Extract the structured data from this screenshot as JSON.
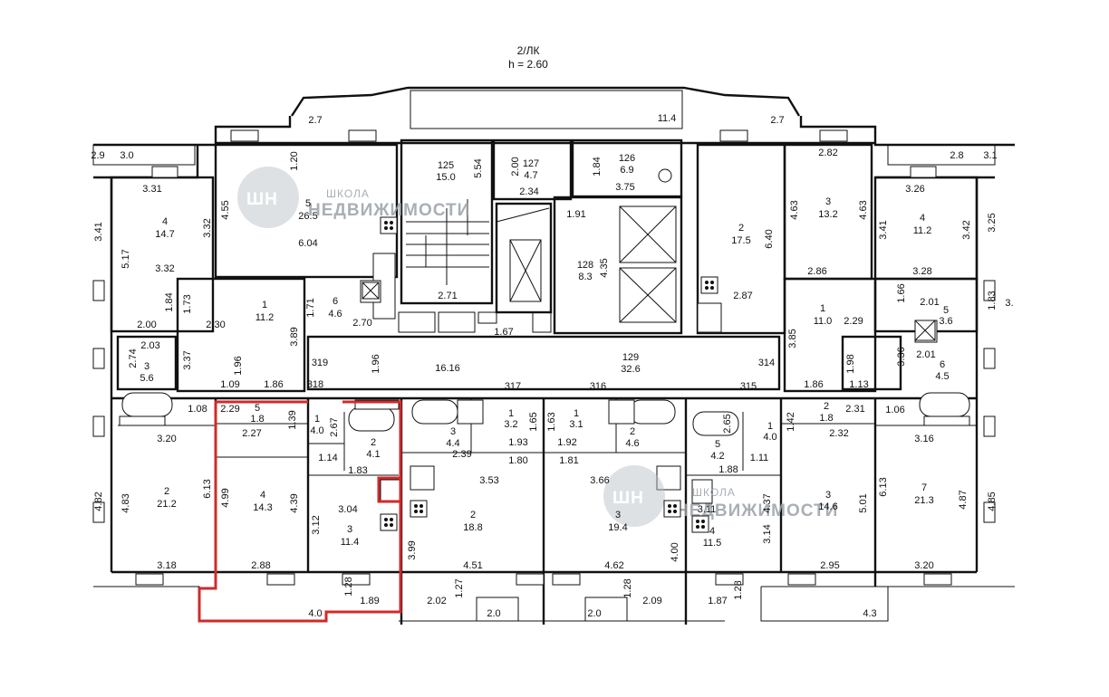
{
  "header": {
    "section": "2/ЛК",
    "height": "h = 2.60"
  },
  "watermark": {
    "line1": "ШКОЛА",
    "line2": "НЕДВИЖИМОСТИ",
    "logo": "ШН"
  },
  "colors": {
    "highlight": "#d12a2a",
    "line": "#111111",
    "watermark": "#9aa1a8"
  },
  "balconies": {
    "bl_top_left": "2.7",
    "bl_top_center": "11.4",
    "bl_top_right": "2.7",
    "edge_l1": "2.9",
    "edge_l2": "3.0",
    "edge_r1": "2.8",
    "edge_r2": "3.1",
    "bot_4_0": "4.0",
    "bot_2_0a": "2.0",
    "bot_2_0b": "2.0",
    "bot_4_3": "4.3"
  },
  "rooms": {
    "r5a_num": "5",
    "r5a_area": "26.5",
    "r4tl_num": "4",
    "r4tl_area": "14.7",
    "r125_num": "125",
    "r125_area": "15.0",
    "r127_num": "127",
    "r127_area": "4.7",
    "r126_num": "126",
    "r126_area": "6.9",
    "r128_num": "128",
    "r128_area": "8.3",
    "r129_num": "129",
    "r129_area": "32.6",
    "r2tr_num": "2",
    "r2tr_area": "17.5",
    "r3tr_num": "3",
    "r3tr_area": "13.2",
    "r4tr_num": "4",
    "r4tr_area": "11.2",
    "r1a_num": "1",
    "r1a_area": "11.2",
    "r6a_num": "6",
    "r6a_area": "4.6",
    "r1b_num": "1",
    "r1b_area": "11.0",
    "r5b_num": "5",
    "r5b_area": "3.6",
    "r3l_num": "3",
    "r3l_area": "5.6",
    "r6b_num": "6",
    "r6b_area": "4.5",
    "r2l_num": "2",
    "r2l_area": "21.2",
    "r5c_num": "5",
    "r5c_area": "1.8",
    "r1c_num": "1",
    "r1c_area": "4.0",
    "r2c_num": "2",
    "r2c_area": "4.1",
    "r4c_num": "4",
    "r4c_area": "14.3",
    "r3c_num": "3",
    "r3c_area": "11.4",
    "r3d_num": "3",
    "r3d_area": "4.4",
    "r1d_num": "1",
    "r1d_area": "3.2",
    "r2d_num": "2",
    "r2d_area": "18.8",
    "r1e_num": "1",
    "r1e_area": "3.1",
    "r2e_num": "2",
    "r2e_area": "4.6",
    "r3e_num": "3",
    "r3e_area": "19.4",
    "r5f_num": "5",
    "r5f_area": "4.2",
    "r1f_num": "1",
    "r1f_area": "4.0",
    "r2f_num": "2",
    "r2f_area": "1.8",
    "r4f_num": "4",
    "r4f_area": "11.5",
    "r3f_num": "3",
    "r3f_area": "14.6",
    "r7_num": "7",
    "r7_area": "21.3"
  },
  "apartments": {
    "a319": "319",
    "a318": "318",
    "a317": "317",
    "a316": "316",
    "a315": "315",
    "a314": "314"
  },
  "dims": {
    "d1_20": "1.20",
    "d4_55": "4.55",
    "d3_32a": "3.32",
    "d6_04": "6.04",
    "d3_31": "3.31",
    "d3_41": "3.41",
    "d5_17": "5.17",
    "d3_32b": "3.32",
    "d1_84": "1.84",
    "d2_00a": "2.00",
    "d1_73": "1.73",
    "d2_30": "2.30",
    "d1_71": "1.71",
    "d2_70": "2.70",
    "d5_54": "5.54",
    "d2_00b": "2.00",
    "d2_34": "2.34",
    "d1_84b": "1.84",
    "d3_75": "3.75",
    "d2_71": "2.71",
    "d1_91": "1.91",
    "d4_35": "4.35",
    "d1_67": "1.67",
    "d6_40": "6.40",
    "d2_87": "2.87",
    "d2_82": "2.82",
    "d4_63a": "4.63",
    "d4_63b": "4.63",
    "d2_86": "2.86",
    "d3_26": "3.26",
    "d3_41b": "3.41",
    "d3_42": "3.42",
    "d3_28": "3.28",
    "d3_25": "3.25",
    "d1_66": "1.66",
    "d2_01a": "2.01",
    "d1_83": "1.83",
    "d3_partial": "3.",
    "d2_03": "2.03",
    "d2_74": "2.74",
    "d3_37": "3.37",
    "d1_96a": "1.96",
    "d1_09": "1.09",
    "d1_86a": "1.86",
    "d3_89": "3.89",
    "d1_96b": "1.96",
    "d16_16": "16.16",
    "d3_85": "3.85",
    "d2_29a": "2.29",
    "d3_36": "3.36",
    "d1_98": "1.98",
    "d1_13": "1.13",
    "d1_86b": "1.86",
    "d2_01b": "2.01",
    "d1_08": "1.08",
    "d3_20a": "3.20",
    "d4_82": "4.82",
    "d4_83": "4.83",
    "d6_13a": "6.13",
    "d3_18": "3.18",
    "d2_29b": "2.29",
    "d2_27": "2.27",
    "d1_39": "1.39",
    "d2_67": "2.67",
    "d1_14": "1.14",
    "d1_83b": "1.83",
    "d4_99": "4.99",
    "d4_39": "4.39",
    "d3_04": "3.04",
    "d3_12": "3.12",
    "d2_88": "2.88",
    "d1_28a": "1.28",
    "d1_89": "1.89",
    "d2_39": "2.39",
    "d1_93": "1.93",
    "d1_65": "1.65",
    "d1_80": "1.80",
    "d3_53": "3.53",
    "d3_99": "3.99",
    "d4_51": "4.51",
    "d1_27": "1.27",
    "d2_02": "2.02",
    "d1_63": "1.63",
    "d1_92": "1.92",
    "d1_81": "1.81",
    "d3_66": "3.66",
    "d4_62": "4.62",
    "d4_00": "4.00",
    "d1_28b": "1.28",
    "d2_09": "2.09",
    "d2_65": "2.65",
    "d1_42": "1.42",
    "d2_31": "2.31",
    "d1_88": "1.88",
    "d1_11": "1.11",
    "d3_11": "3.11",
    "d3_14": "3.14",
    "d4_37": "4.37",
    "d1_28c": "1.28",
    "d1_87": "1.87",
    "d2_32": "2.32",
    "d5_01": "5.01",
    "d2_95": "2.95",
    "d6_13b": "6.13",
    "d1_06": "1.06",
    "d3_16": "3.16",
    "d4_87": "4.87",
    "d4_85": "4.85",
    "d3_20b": "3.20"
  }
}
